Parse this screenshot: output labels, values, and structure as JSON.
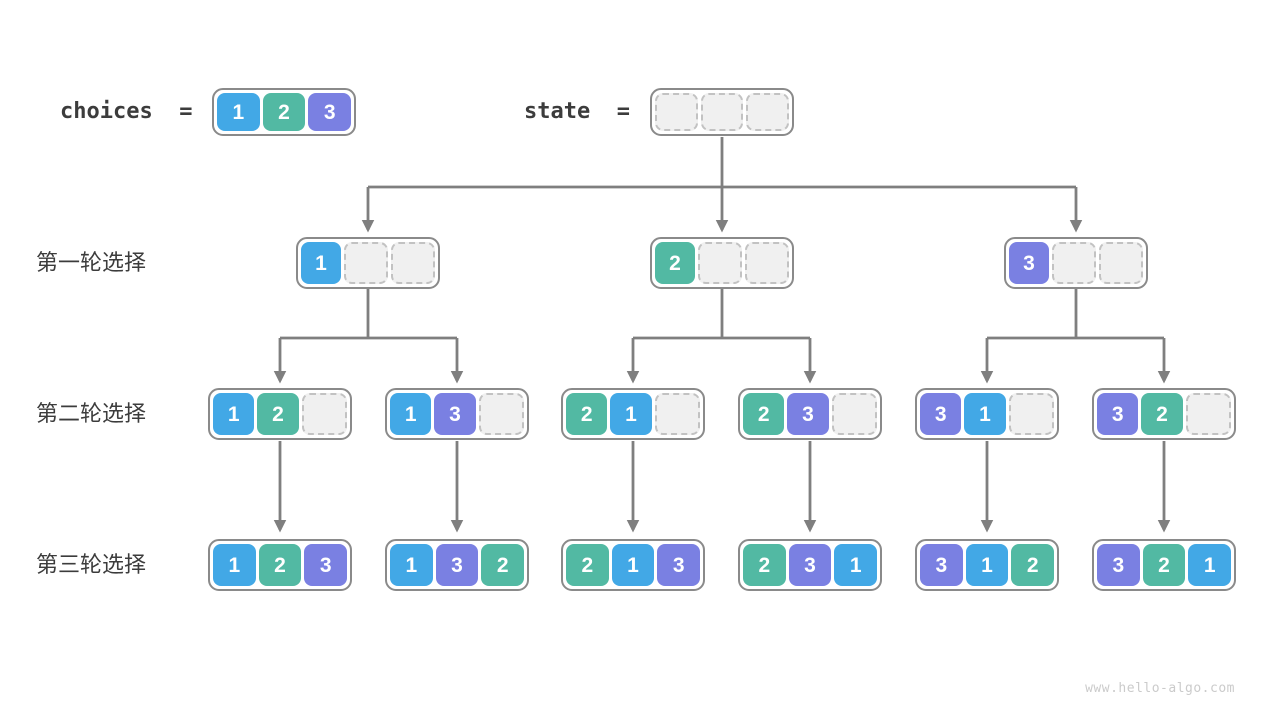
{
  "header": {
    "choices_label": "choices  =",
    "choices_cells": [
      "1",
      "2",
      "3"
    ],
    "state_label": "state  =",
    "state_cells": [
      "",
      "",
      ""
    ]
  },
  "rows": [
    {
      "label": "第一轮选择",
      "boxes": [
        [
          "1",
          "",
          ""
        ],
        [
          "2",
          "",
          ""
        ],
        [
          "3",
          "",
          ""
        ]
      ]
    },
    {
      "label": "第二轮选择",
      "boxes": [
        [
          "1",
          "2",
          ""
        ],
        [
          "1",
          "3",
          ""
        ],
        [
          "2",
          "1",
          ""
        ],
        [
          "2",
          "3",
          ""
        ],
        [
          "3",
          "1",
          ""
        ],
        [
          "3",
          "2",
          ""
        ]
      ]
    },
    {
      "label": "第三轮选择",
      "boxes": [
        [
          "1",
          "2",
          "3"
        ],
        [
          "1",
          "3",
          "2"
        ],
        [
          "2",
          "1",
          "3"
        ],
        [
          "2",
          "3",
          "1"
        ],
        [
          "3",
          "1",
          "2"
        ],
        [
          "3",
          "2",
          "1"
        ]
      ]
    }
  ],
  "footer": "www.hello-algo.com",
  "colors": {
    "1": "#42A8E6",
    "2": "#52B9A3",
    "3": "#7A80E2",
    "box_border": "#8A8A8A",
    "empty_fill": "#F0F0F0",
    "empty_dash": "#C2C2C2",
    "arrow": "#7F7F7F",
    "text": "#3C3C3C",
    "footer_text": "#CBCBCB"
  }
}
